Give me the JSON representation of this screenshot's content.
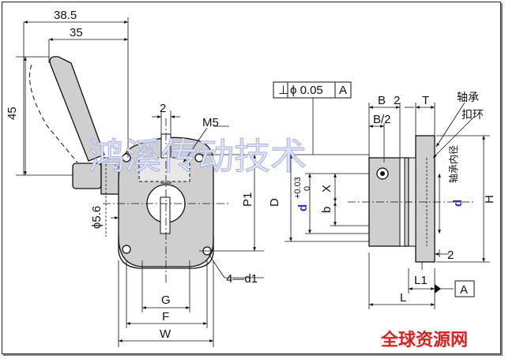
{
  "dimensions": {
    "overall_length": "38.5",
    "pivot_length": "35",
    "handle_height": "45",
    "slot_offset": "2",
    "screw": "M5",
    "handle_pin_dia": "ϕ5.6",
    "p1": "P1",
    "mount_holes": "4—d1",
    "g": "G",
    "f": "F",
    "w": "W",
    "d_outer": "D",
    "d_bore": "d",
    "d_tol_upper": "+0.03",
    "d_tol_lower": "0",
    "x": "X",
    "b_small": "b",
    "b_width": "B",
    "b_gap": "2",
    "b_half": "B/2",
    "t": "T",
    "h": "H",
    "l1": "L1",
    "l": "L",
    "bottom_gap": "2"
  },
  "callouts": {
    "bearing": "轴承",
    "retaining_ring": "扣环",
    "bearing_inner_dia": "轴承内径",
    "bore_d": "d"
  },
  "tolerance_frame": {
    "symbol": "⊥",
    "value": "ϕ 0.05",
    "datum": "A"
  },
  "datum": {
    "label": "A"
  },
  "watermark": {
    "text": "鸿溪传动技术"
  },
  "brand": {
    "text": "全球资源网"
  },
  "colors": {
    "part_fill": "#cfcfcf",
    "line": "#111111",
    "watermark": "#a9b3df",
    "brand": "#e0201e",
    "bore_label": "#2233cc"
  }
}
